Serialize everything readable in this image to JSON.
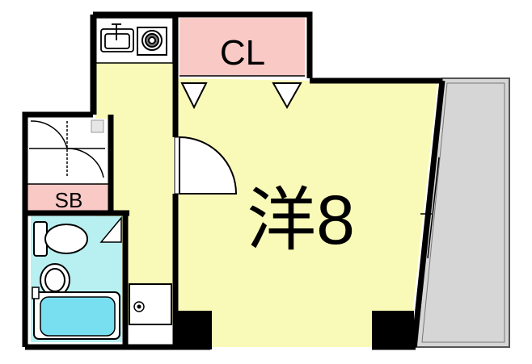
{
  "rooms": {
    "main_room": {
      "label": "洋8"
    },
    "closet": {
      "label": "CL"
    },
    "storage_box": {
      "label": "SB"
    }
  },
  "colors": {
    "room_fill": "#fafab8",
    "closet_fill": "#f9c9c6",
    "bath_fill": "#b8f0f2",
    "tub_fill": "#78dff0",
    "balcony_fill": "#d6d6d6",
    "wall": "#000000"
  },
  "icons": [
    "sink-icon",
    "stove-icon",
    "toilet-icon",
    "washbasin-icon",
    "bathtub-icon",
    "drain-icon",
    "door-swing-icon"
  ]
}
